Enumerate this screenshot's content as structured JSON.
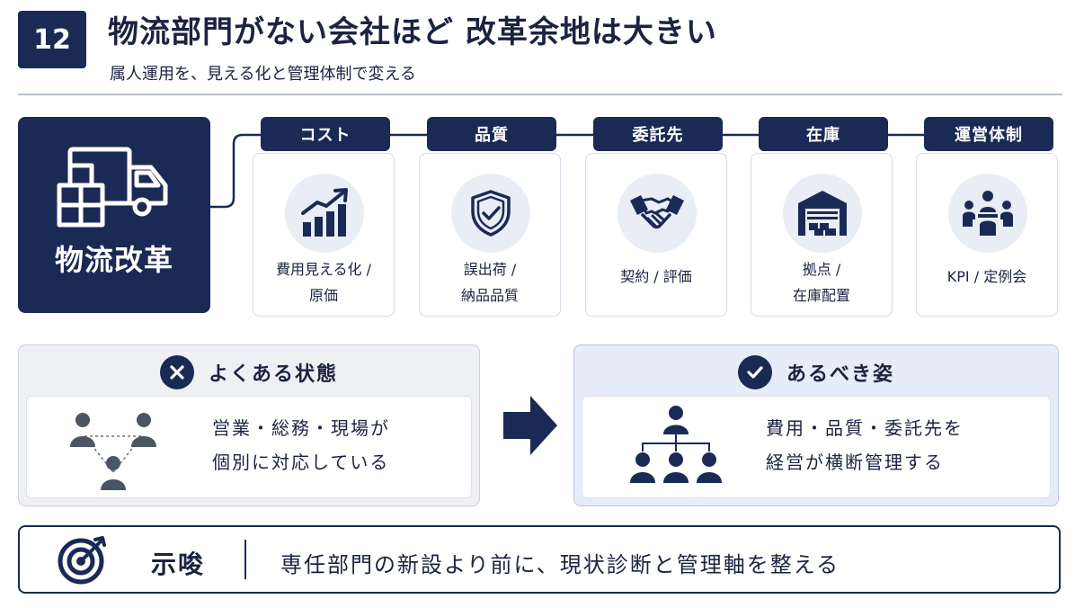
{
  "header": {
    "number": "12",
    "title": "物流部門がない会社ほど 改革余地は大きい",
    "subtitle": "属人運用を、見える化と管理体制で変える"
  },
  "hero": {
    "label": "物流改革",
    "icon": "truck-with-boxes-icon"
  },
  "categories": [
    {
      "title": "コスト",
      "line1": "費用見える化 /",
      "line2": "原価",
      "icon": "rising-bar-chart-icon"
    },
    {
      "title": "品質",
      "line1": "誤出荷 /",
      "line2": "納品品質",
      "icon": "shield-check-icon"
    },
    {
      "title": "委託先",
      "line1": "契約 / 評価",
      "line2": "",
      "icon": "handshake-icon"
    },
    {
      "title": "在庫",
      "line1": "拠点 /",
      "line2": "在庫配置",
      "icon": "warehouse-icon"
    },
    {
      "title": "運営体制",
      "line1": "KPI / 定例会",
      "line2": "",
      "icon": "team-meeting-icon"
    }
  ],
  "current": {
    "title": "よくある状態",
    "line1": "営業・総務・現場が",
    "line2": "個別に対応している",
    "icon": "x-circle-icon"
  },
  "ideal": {
    "title": "あるべき姿",
    "line1": "費用・品質・委託先を",
    "line2": "経営が横断管理する",
    "icon": "check-circle-icon"
  },
  "implication": {
    "label": "示唆",
    "message": "専任部門の新設より前に、現状診断と管理軸を整える",
    "icon": "target-icon"
  },
  "colors": {
    "navy": "#1b2a55",
    "light_blue": "#e6ecf8",
    "light_gray": "#eef0f4",
    "border": "#d7dbe6"
  }
}
